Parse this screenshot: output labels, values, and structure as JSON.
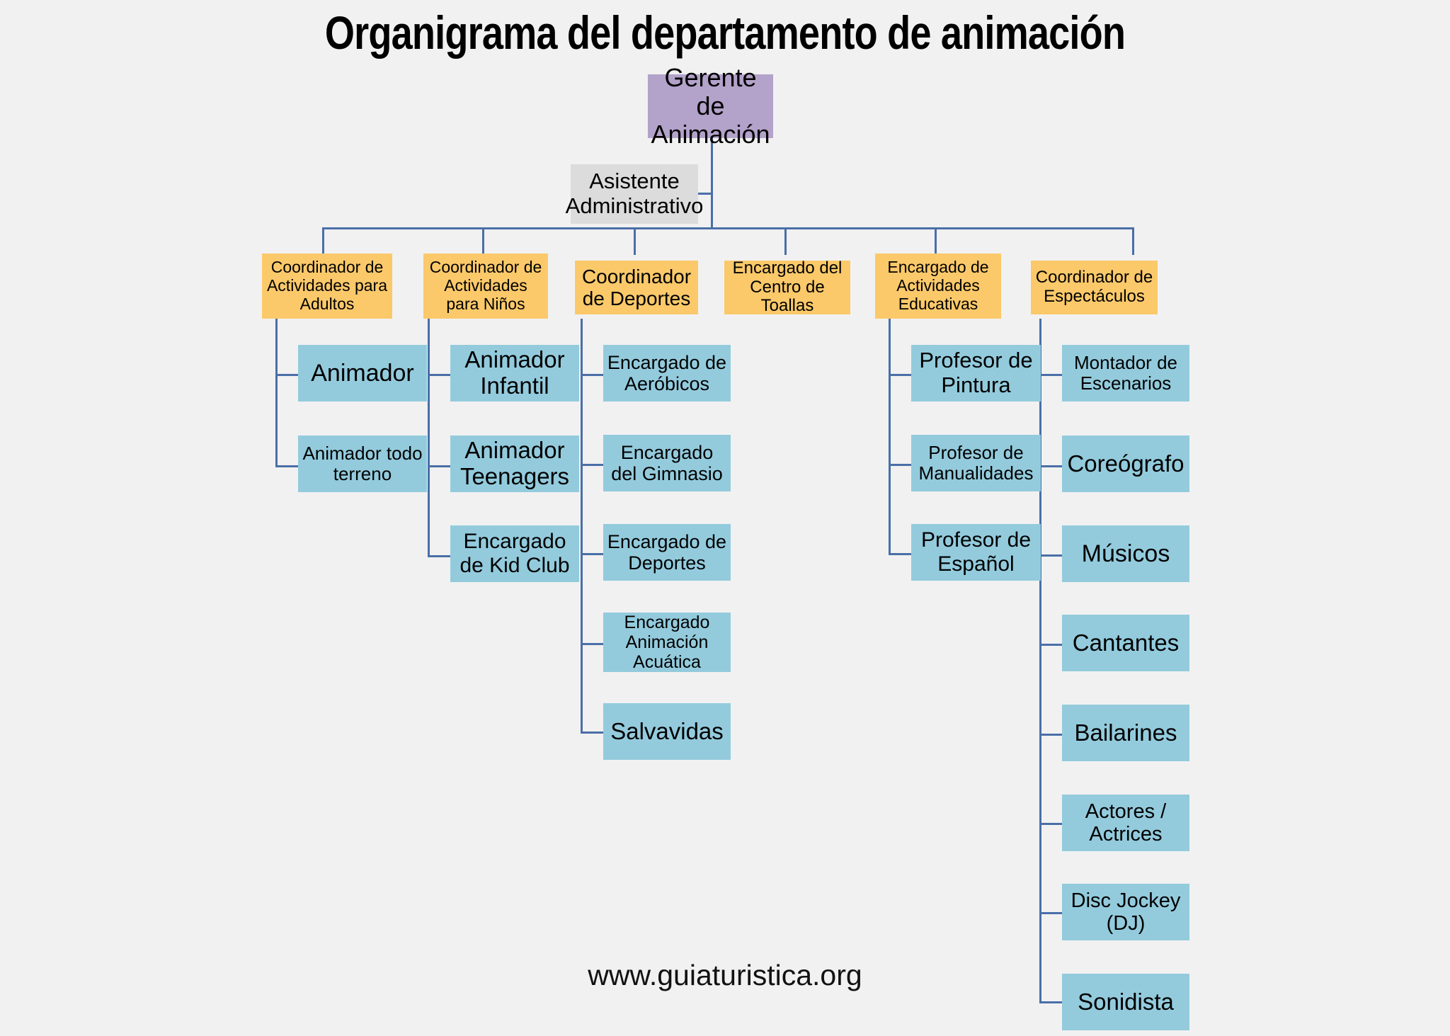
{
  "header": {
    "title": "Organigrama del departamento de animación"
  },
  "footer": {
    "url": "www.guiaturistica.org"
  },
  "colors": {
    "background": "#f1f1f1",
    "root_box": "#b3a2ca",
    "assistant_box": "#dcdcdc",
    "department_box": "#fbc96a",
    "leaf_box": "#93cbdd",
    "connector_line": "#4a6fa8",
    "text": "#000000"
  },
  "chart_data": {
    "type": "diagram",
    "title": "Organigrama del departamento de animación",
    "root": "Gerente de Animación",
    "staff": "Asistente Administrativo",
    "departments": [
      {
        "label": "Coordinador de Actividades para Adultos",
        "children": [
          "Animador",
          "Animador todo terreno"
        ]
      },
      {
        "label": "Coordinador de Actividades para Niños",
        "children": [
          "Animador Infantil",
          "Animador Teenagers",
          "Encargado de Kid Club"
        ]
      },
      {
        "label": "Coordinador de Deportes",
        "children": [
          "Encargado de Aeróbicos",
          "Encargado del Gimnasio",
          "Encargado de Deportes",
          "Encargado Animación Acuática",
          "Salvavidas"
        ]
      },
      {
        "label": "Encargado del Centro de Toallas",
        "children": []
      },
      {
        "label": "Encargado de Actividades Educativas",
        "children": [
          "Profesor de Pintura",
          "Profesor de Manualidades",
          "Profesor de Español"
        ]
      },
      {
        "label": "Coordinador de Espectáculos",
        "children": [
          "Montador de Escenarios",
          "Coreógrafo",
          "Músicos",
          "Cantantes",
          "Bailarines",
          "Actores / Actrices",
          "Disc Jockey (DJ)",
          "Sonidista"
        ]
      }
    ]
  },
  "nodes": {
    "root": {
      "label": "Gerente de Animación"
    },
    "assistant": {
      "label": "Asistente Administrativo"
    },
    "dept_adults": {
      "label": "Coordinador de Actividades para Adultos"
    },
    "dept_kids": {
      "label": "Coordinador de Actividades para Niños"
    },
    "dept_sports": {
      "label": "Coordinador de Deportes"
    },
    "dept_towels": {
      "label": "Encargado del Centro de Toallas"
    },
    "dept_education": {
      "label": "Encargado de Actividades Educativas"
    },
    "dept_shows": {
      "label": "Coordinador de Espectáculos"
    },
    "adults_1": {
      "label": "Animador"
    },
    "adults_2": {
      "label": "Animador todo terreno"
    },
    "kids_1": {
      "label": "Animador Infantil"
    },
    "kids_2": {
      "label": "Animador Teenagers"
    },
    "kids_3": {
      "label": "Encargado de Kid Club"
    },
    "sports_1": {
      "label": "Encargado de Aeróbicos"
    },
    "sports_2": {
      "label": "Encargado del Gimnasio"
    },
    "sports_3": {
      "label": "Encargado de Deportes"
    },
    "sports_4": {
      "label": "Encargado Animación Acuática"
    },
    "sports_5": {
      "label": "Salvavidas"
    },
    "edu_1": {
      "label": "Profesor de Pintura"
    },
    "edu_2": {
      "label": "Profesor de Manualidades"
    },
    "edu_3": {
      "label": "Profesor de Español"
    },
    "shows_1": {
      "label": "Montador de Escenarios"
    },
    "shows_2": {
      "label": "Coreógrafo"
    },
    "shows_3": {
      "label": "Músicos"
    },
    "shows_4": {
      "label": "Cantantes"
    },
    "shows_5": {
      "label": "Bailarines"
    },
    "shows_6": {
      "label": "Actores / Actrices"
    },
    "shows_7": {
      "label": "Disc Jockey (DJ)"
    },
    "shows_8": {
      "label": "Sonidista"
    }
  }
}
